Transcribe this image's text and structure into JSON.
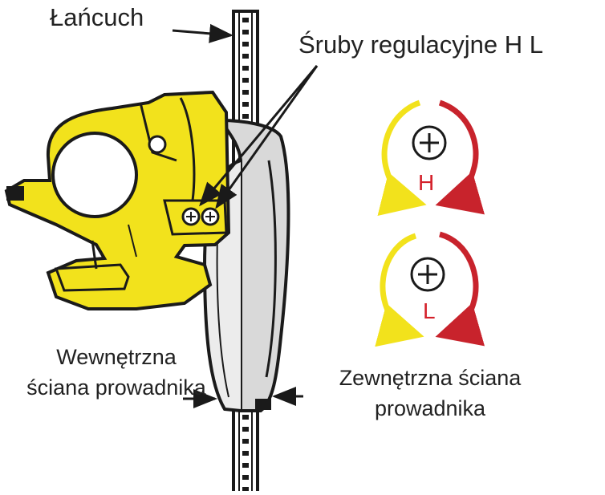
{
  "labels": {
    "chain": "Łańcuch",
    "screws": "Śruby regulacyjne H L",
    "inner_wall": "Wewnętrzna ściana prowadnika",
    "outer_wall": "Zewnętrzna ściana prowadnika"
  },
  "adjusters": [
    {
      "symbol": "H"
    },
    {
      "symbol": "L"
    }
  ],
  "colors": {
    "derailleur_body": "#f2e21c",
    "outline": "#1a1a1a",
    "arrow_cw": "#f2e21c",
    "arrow_ccw": "#c8232c",
    "symbol_text": "#d4202a",
    "cage": "#d9d9d9"
  },
  "icons": [
    "screw-plus-icon",
    "clockwise-arrow-icon",
    "counterclockwise-arrow-icon"
  ]
}
